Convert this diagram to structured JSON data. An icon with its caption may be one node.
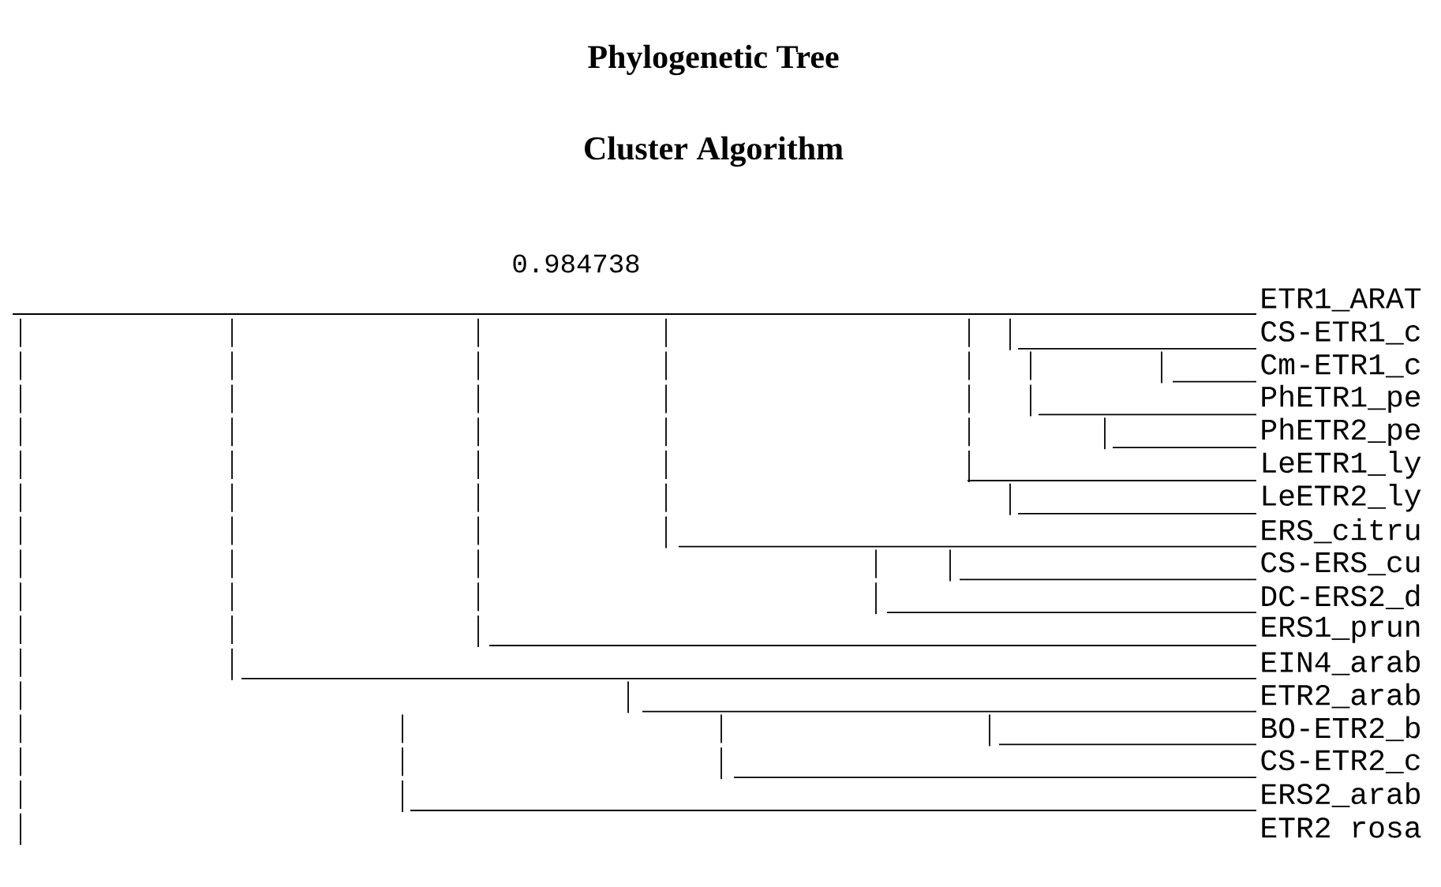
{
  "diagram": {
    "title": "Phylogenetic Tree",
    "nodes": [
      {
        "text": [
          "ETR1_ARAT"
        ]
      },
      {
        "text": [
          "CS-ETR1_c"
        ]
      },
      {
        "text": [
          "Cm-ETR1_c"
        ]
      },
      {
        "text": [
          "PhETR1_pe"
        ]
      },
      {
        "text": [
          "PhETR2_pe"
        ]
      },
      {
        "text": [
          "LeETR1_ly"
        ]
      },
      {
        "text": [
          "LeETR2_ly"
        ]
      },
      {
        "text": [
          "ERS_citru"
        ]
      },
      {
        "text": [
          "CS-ERS_cu"
        ]
      },
      {
        "text": [
          "DC-ERS2_d"
        ]
      },
      {
        "text": [
          "ERS1_prun"
        ]
      },
      {
        "text": [
          "EIN4_arab"
        ]
      },
      {
        "text": [
          "ETR2_arab"
        ]
      },
      {
        "text": [
          "BO-ETR2_b"
        ]
      },
      {
        "text": [
          "CS-ETR2_c"
        ]
      },
      {
        "text": [
          "ERS2_arab"
        ]
      },
      {
        "text": [
          "ETR2 rosa"
        ]
      }
    ],
    "edges": [
      {
        "from": null,
        "to": 0,
        "arrow": "none"
      },
      {
        "from": null,
        "to": 1,
        "arrow": "none"
      },
      {
        "from": null,
        "to": 2,
        "arrow": "none"
      },
      {
        "from": null,
        "to": 3,
        "arrow": "none"
      },
      {
        "from": null,
        "to": 4,
        "arrow": "none"
      },
      {
        "from": null,
        "to": 5,
        "arrow": "none"
      },
      {
        "from": null,
        "to": 6,
        "arrow": "none"
      },
      {
        "from": null,
        "to": 7,
        "arrow": "none"
      },
      {
        "from": null,
        "to": 8,
        "arrow": "none"
      },
      {
        "from": null,
        "to": 9,
        "arrow": "none"
      },
      {
        "from": null,
        "to": 10,
        "arrow": "none"
      },
      {
        "from": null,
        "to": 11,
        "arrow": "none"
      },
      {
        "from": null,
        "to": 12,
        "arrow": "none"
      },
      {
        "from": null,
        "to": 13,
        "arrow": "none"
      },
      {
        "from": null,
        "to": 14,
        "arrow": "none"
      },
      {
        "from": null,
        "to": 15,
        "arrow": "none"
      }
    ],
    "labels": [
      "Cluster Algorithm",
      "0.984738"
    ]
  }
}
